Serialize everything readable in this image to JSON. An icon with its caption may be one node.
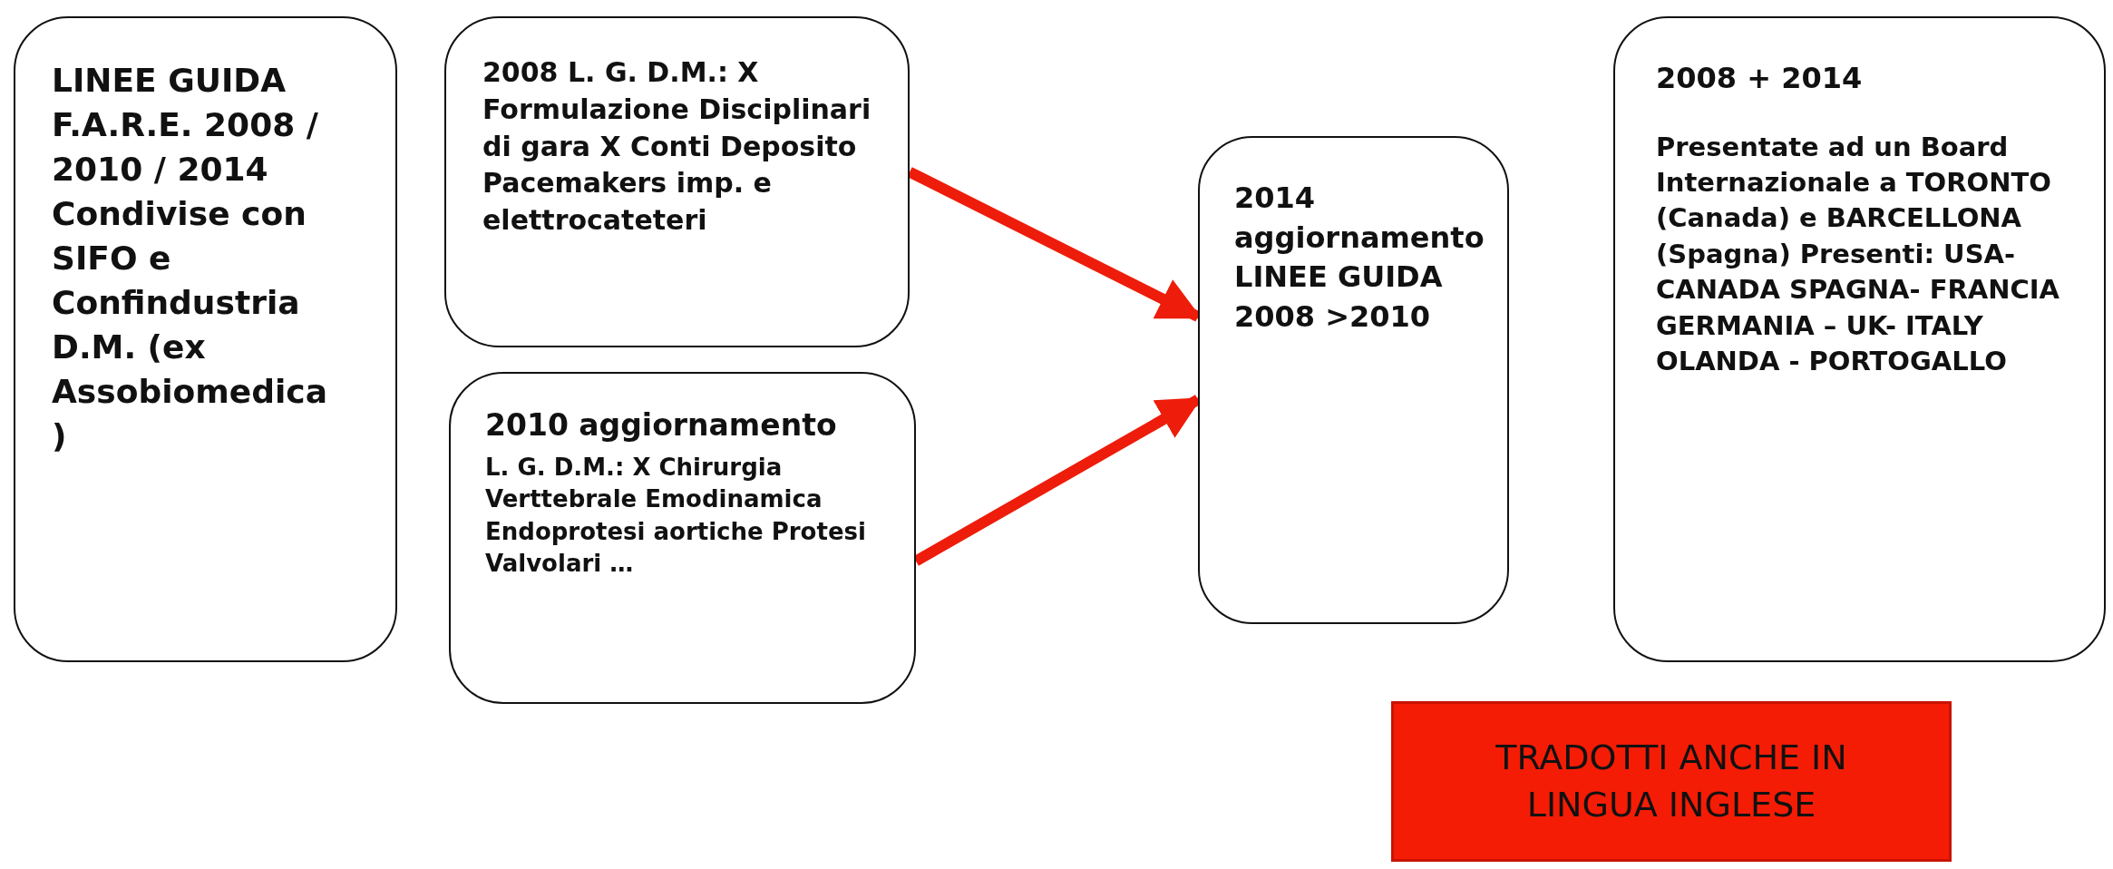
{
  "diagram": {
    "nodes": [
      {
        "text": [
          "LINEE GUIDA F.A.R.E. 2008 / 2010 / 2014 Condivise con SIFO e Confindustria D.M. (ex Assobiomedica)"
        ]
      },
      {
        "text": [
          "2008 L. G.  D.M.: X Formulazione Disciplinari di gara X Conti Deposito Pacemakers imp. e elettrocateteri"
        ]
      },
      {
        "text": [
          "2010 aggiornamento",
          "L. G.  D.M.: X Chirurgia Verttebrale Emodinamica Endoprotesi aortiche Protesi Valvolari …"
        ]
      },
      {
        "text": [
          "2014 aggiornamento LINEE GUIDA 2008 >2010"
        ]
      },
      {
        "text": [
          "2008 + 2014",
          "Presentate ad un Board Internazionale a TORONTO (Canada) e BARCELLONA (Spagna) Presenti: USA- CANADA SPAGNA- FRANCIA GERMANIA – UK- ITALY OLANDA - PORTOGALLO"
        ]
      },
      {
        "text": [
          "TRADOTTI ANCHE IN LINGUA INGLESE"
        ]
      }
    ],
    "edges": [
      {
        "from": 1,
        "to": 3,
        "arrow": "to",
        "color": "#ee1c0a"
      },
      {
        "from": 2,
        "to": 3,
        "arrow": "to",
        "color": "#ee1c0a"
      }
    ]
  }
}
